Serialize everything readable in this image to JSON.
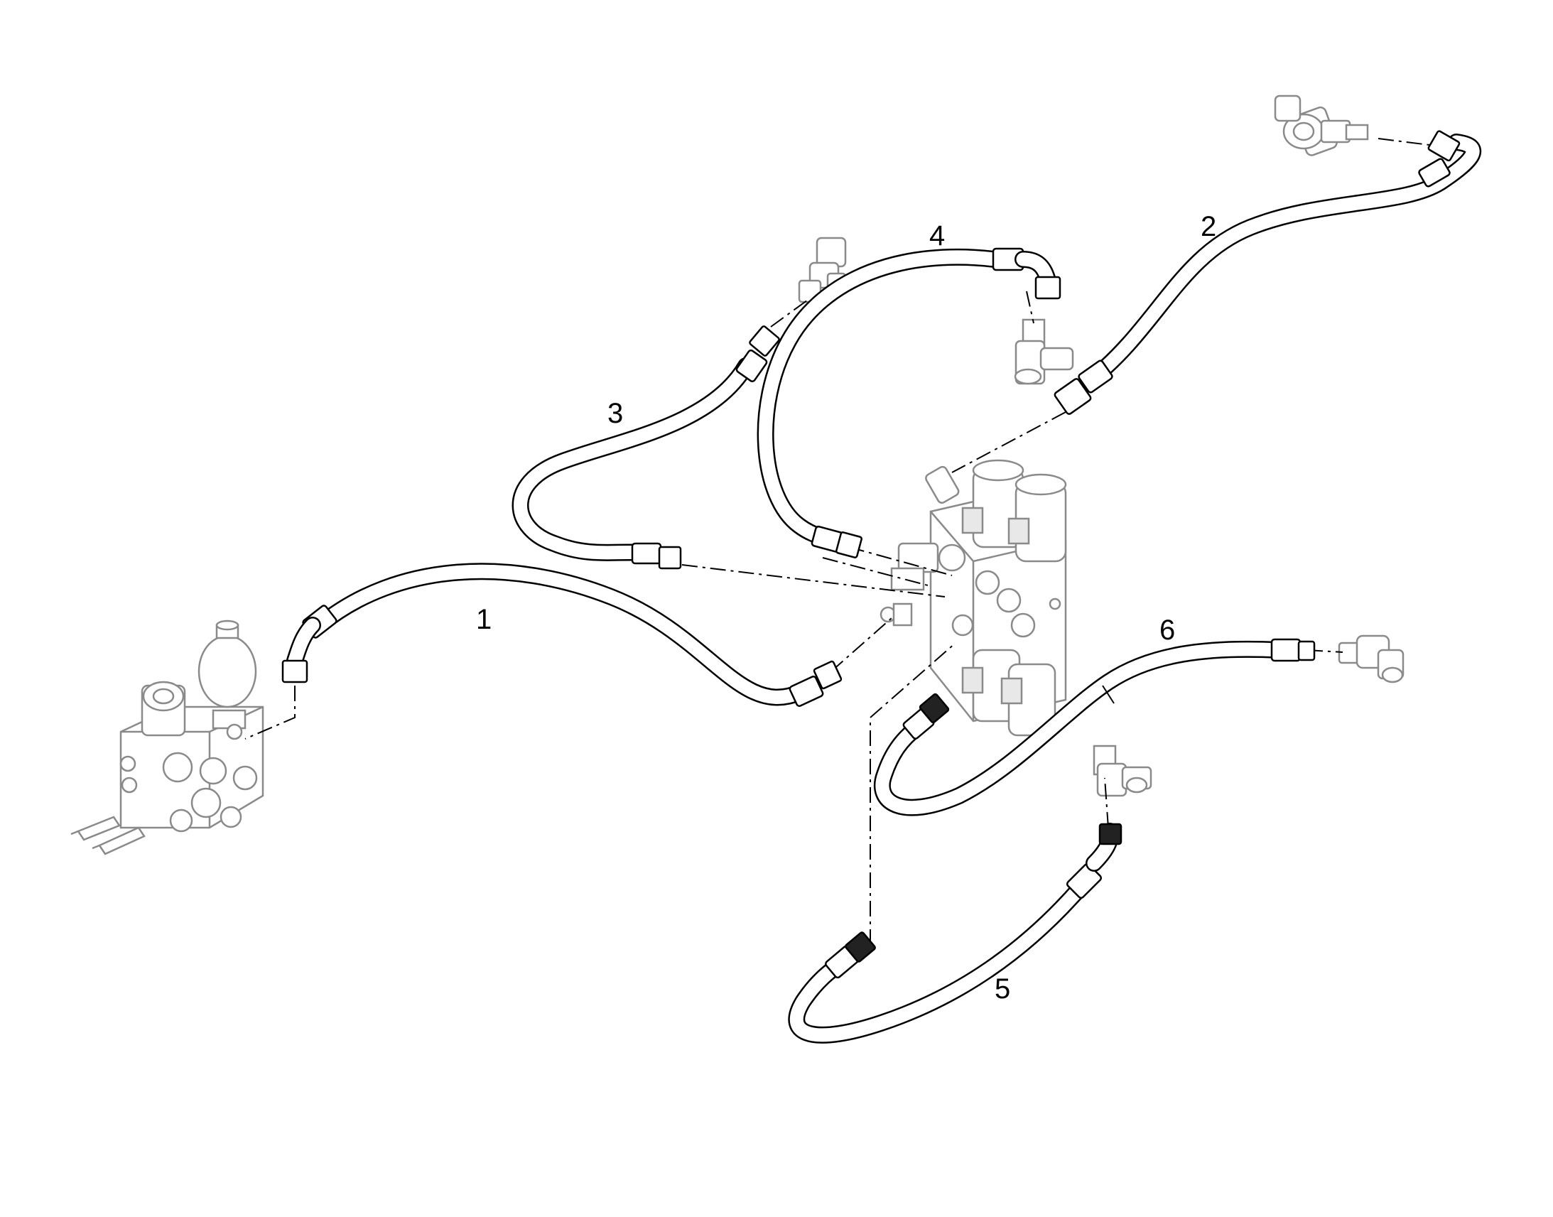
{
  "callouts": {
    "hose_1": "1",
    "hose_2": "2",
    "hose_3": "3",
    "hose_4": "4",
    "hose_5": "5",
    "hose_6": "6"
  },
  "colors": {
    "line": "#000000",
    "component_grey": "#8a8a8a",
    "background": "#ffffff"
  }
}
